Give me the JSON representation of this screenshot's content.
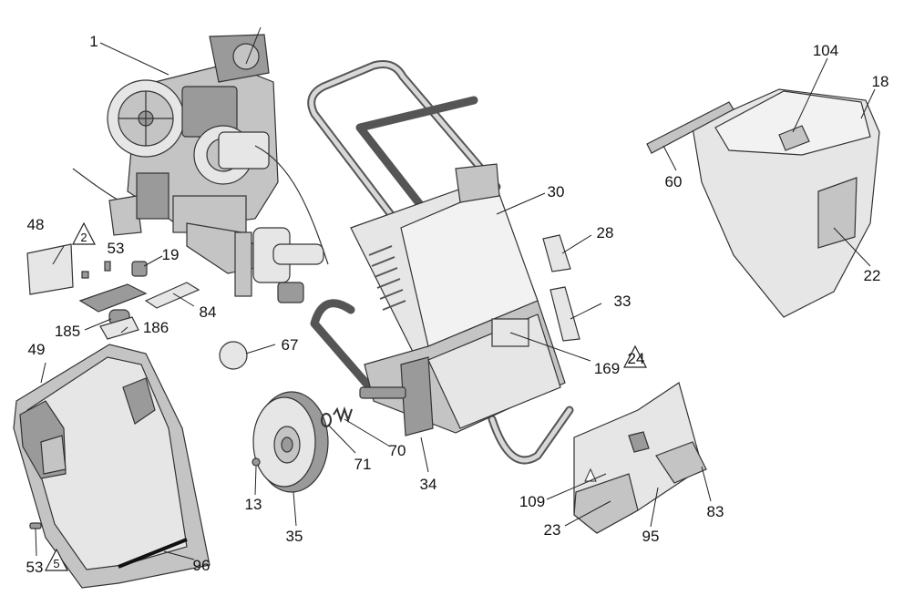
{
  "callouts": {
    "c1": "1",
    "c18": "18",
    "c104": "104",
    "c60": "60",
    "c22": "22",
    "c30": "30",
    "c28": "28",
    "c33": "33",
    "c169": "169",
    "c24": "24",
    "c109": "109",
    "c23": "23",
    "c95": "95",
    "c83": "83",
    "c48": "48",
    "c53a": "53",
    "c19": "19",
    "c84": "84",
    "c185": "185",
    "c186": "186",
    "c67": "67",
    "c49": "49",
    "c70": "70",
    "c71": "71",
    "c34": "34",
    "c13": "13",
    "c35": "35",
    "c53b": "53",
    "c96": "96"
  },
  "warnings": {
    "w2": "2",
    "w5": "5"
  }
}
